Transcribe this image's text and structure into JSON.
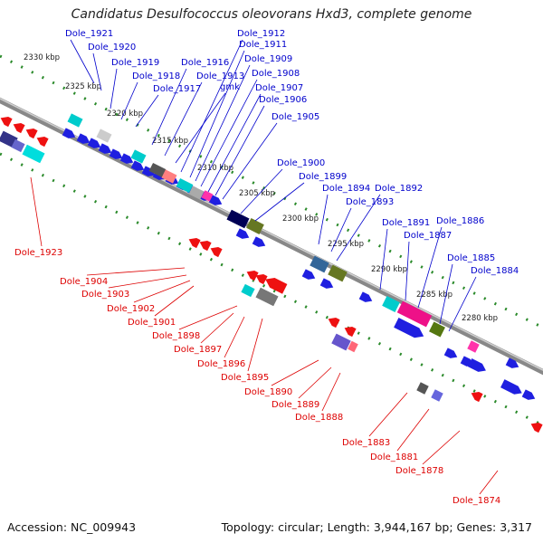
{
  "title": "Candidatus Desulfococcus oleovorans Hxd3, complete genome",
  "accession": "Accession: NC_009943",
  "summary": "Topology: circular; Length: 3,944,167 bp; Genes: 3,317",
  "colors": {
    "forward_label": "#0000cc",
    "reverse_label": "#dd0000",
    "backbone": "#888888",
    "tick": "#2a8a2a"
  },
  "kbp_ticks": [
    "2330 kbp",
    "2325 kbp",
    "2320 kbp",
    "2315 kbp",
    "2310 kbp",
    "2305 kbp",
    "2300 kbp",
    "2295 kbp",
    "2290 kbp",
    "2285 kbp",
    "2280 kbp"
  ],
  "forward_labels": [
    "Dole_1921",
    "Dole_1920",
    "Dole_1919",
    "Dole_1918",
    "Dole_1917",
    "Dole_1916",
    "Dole_1913",
    "gmk",
    "Dole_1912",
    "Dole_1911",
    "Dole_1909",
    "Dole_1908",
    "Dole_1907",
    "Dole_1906",
    "Dole_1905",
    "Dole_1900",
    "Dole_1899",
    "Dole_1894",
    "Dole_1893",
    "Dole_1892",
    "Dole_1891",
    "Dole_1887",
    "Dole_1886",
    "Dole_1885",
    "Dole_1884"
  ],
  "reverse_labels": [
    "Dole_1923",
    "Dole_1904",
    "Dole_1903",
    "Dole_1902",
    "Dole_1901",
    "Dole_1898",
    "Dole_1897",
    "Dole_1896",
    "Dole_1895",
    "Dole_1890",
    "Dole_1889",
    "Dole_1888",
    "Dole_1883",
    "Dole_1881",
    "Dole_1878",
    "Dole_1874"
  ]
}
